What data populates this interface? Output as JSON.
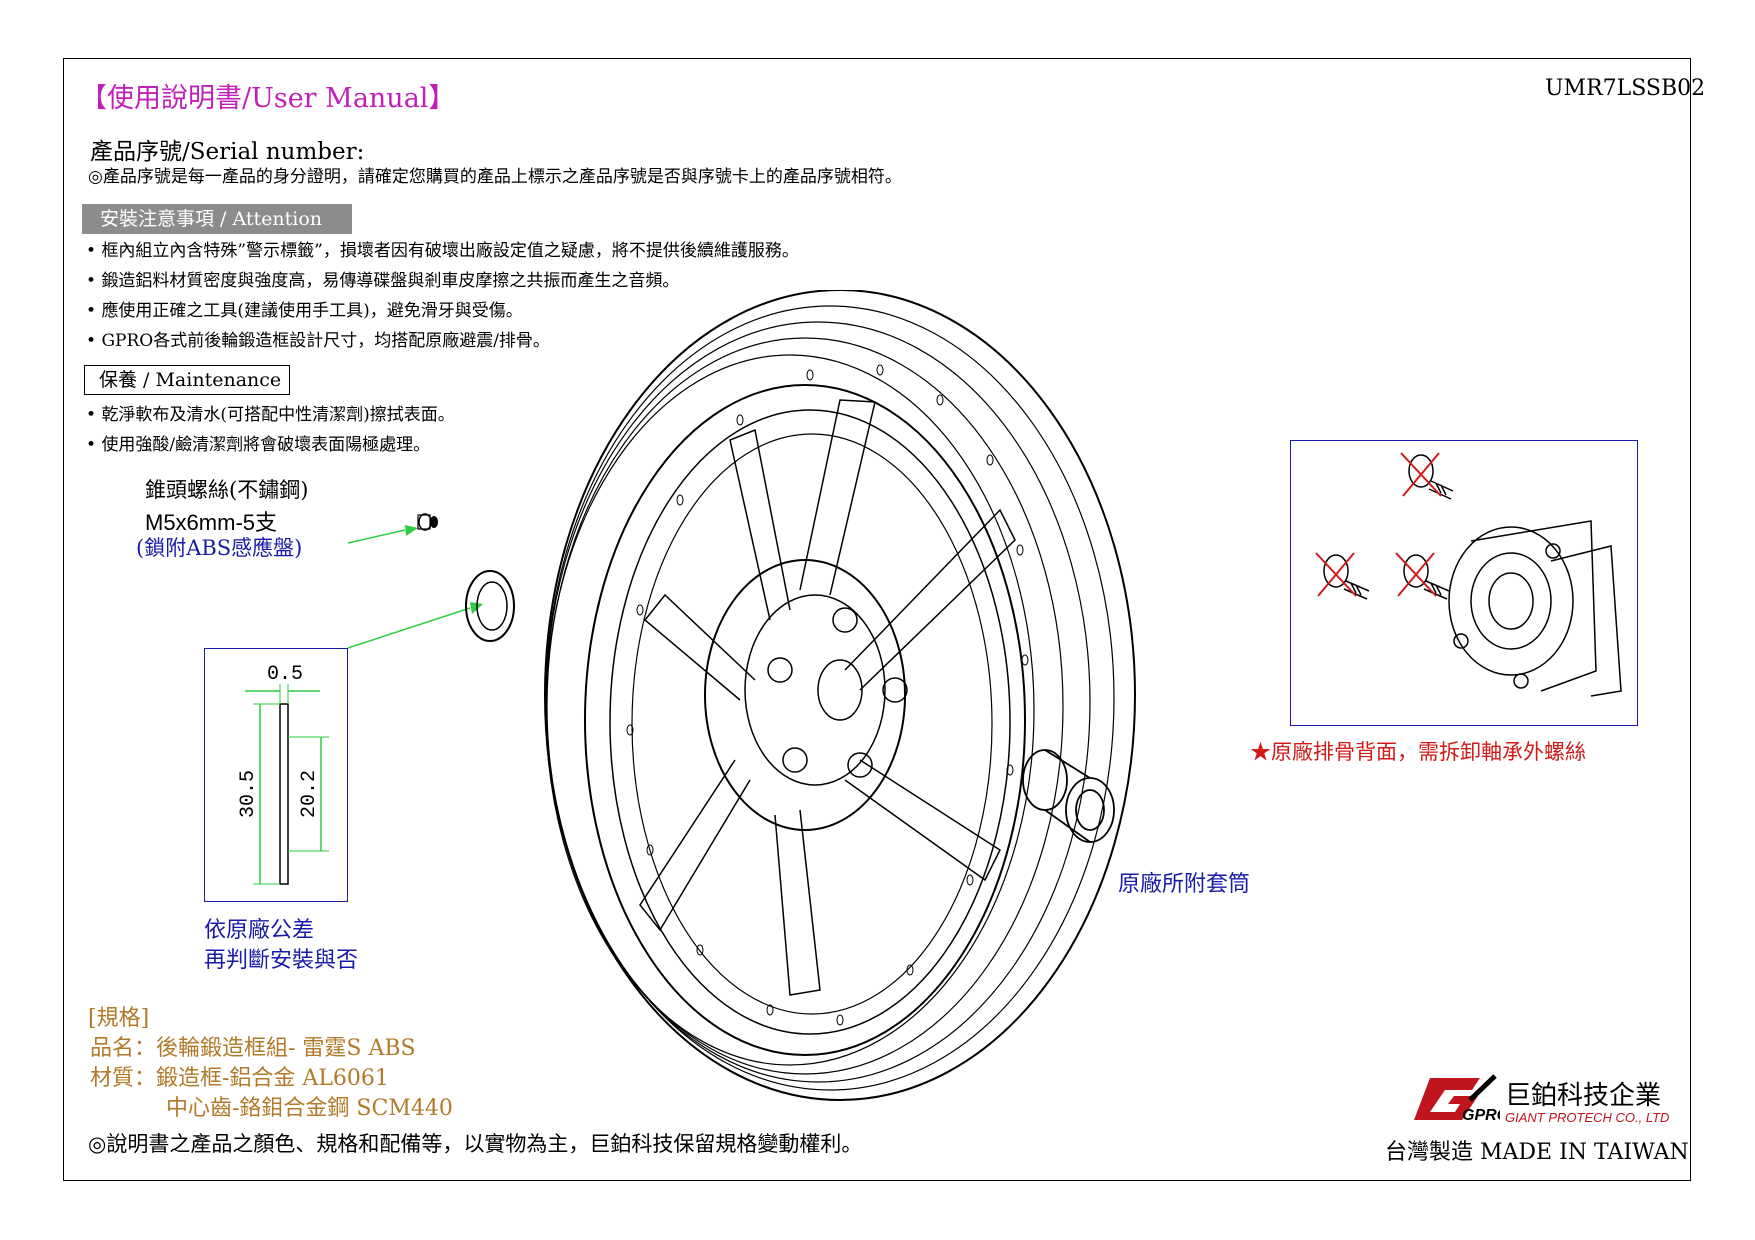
{
  "header": {
    "title": "【使用說明書/User Manual】",
    "model_code": "UMR7LSSB02"
  },
  "serial": {
    "label": "產品序號/Serial number:",
    "note": "◎產品序號是每一產品的身分證明，請確定您購買的產品上標示之產品序號是否與序號卡上的產品序號相符。"
  },
  "attention": {
    "heading": "安裝注意事項 / Attention",
    "items": [
      "框內組立內含特殊”警示標籤”，損壞者因有破壞出廠設定值之疑慮，將不提供後續維護服務。",
      "鍛造鋁料材質密度與強度高，易傳導碟盤與剎車皮摩擦之共振而產生之音頻。",
      "應使用正確之工具(建議使用手工具)，避免滑牙與受傷。",
      "GPRO各式前後輪鍛造框設計尺寸，均搭配原廠避震/排骨。"
    ]
  },
  "maintenance": {
    "heading": "保養 / Maintenance",
    "items": [
      "乾淨軟布及清水(可搭配中性清潔劑)擦拭表面。",
      "使用強酸/鹼清潔劑將會破壞表面陽極處理。"
    ]
  },
  "screw": {
    "name": "錐頭螺絲(不鏽鋼)",
    "spec": "M5x6mm-5支",
    "note": "(鎖附ABS感應盤)"
  },
  "tolerance": {
    "dims": [
      "0.5",
      "30.5",
      "20.2"
    ],
    "note_line1": "依原廠公差",
    "note_line2": "再判斷安裝與否"
  },
  "removal_note": "★原廠排骨背面，需拆卸軸承外螺絲",
  "spacer_note": "原廠所附套筒",
  "specs": {
    "heading": "[規格]",
    "name": "品名：後輪鍛造框組- 雷霆S ABS",
    "material_1": "材質：鍛造框-鋁合金 AL6061",
    "material_2": "中心齒-鉻鉬合金鋼 SCM440"
  },
  "disclaimer": "◎說明書之產品之顏色、規格和配備等，以實物為主，巨鉑科技保留規格變動權利。",
  "company": {
    "logo_text": "GPRO",
    "name_zh": "巨鉑科技企業",
    "name_en": "GIANT PROTECH CO., LTD",
    "made_in": "台灣製造 MADE IN TAIWAN"
  },
  "colors": {
    "title": "#c21fb8",
    "blue": "#1a1aa8",
    "brown": "#b07a2a",
    "red": "#d11a1a",
    "arrow": "#2ecc40"
  }
}
